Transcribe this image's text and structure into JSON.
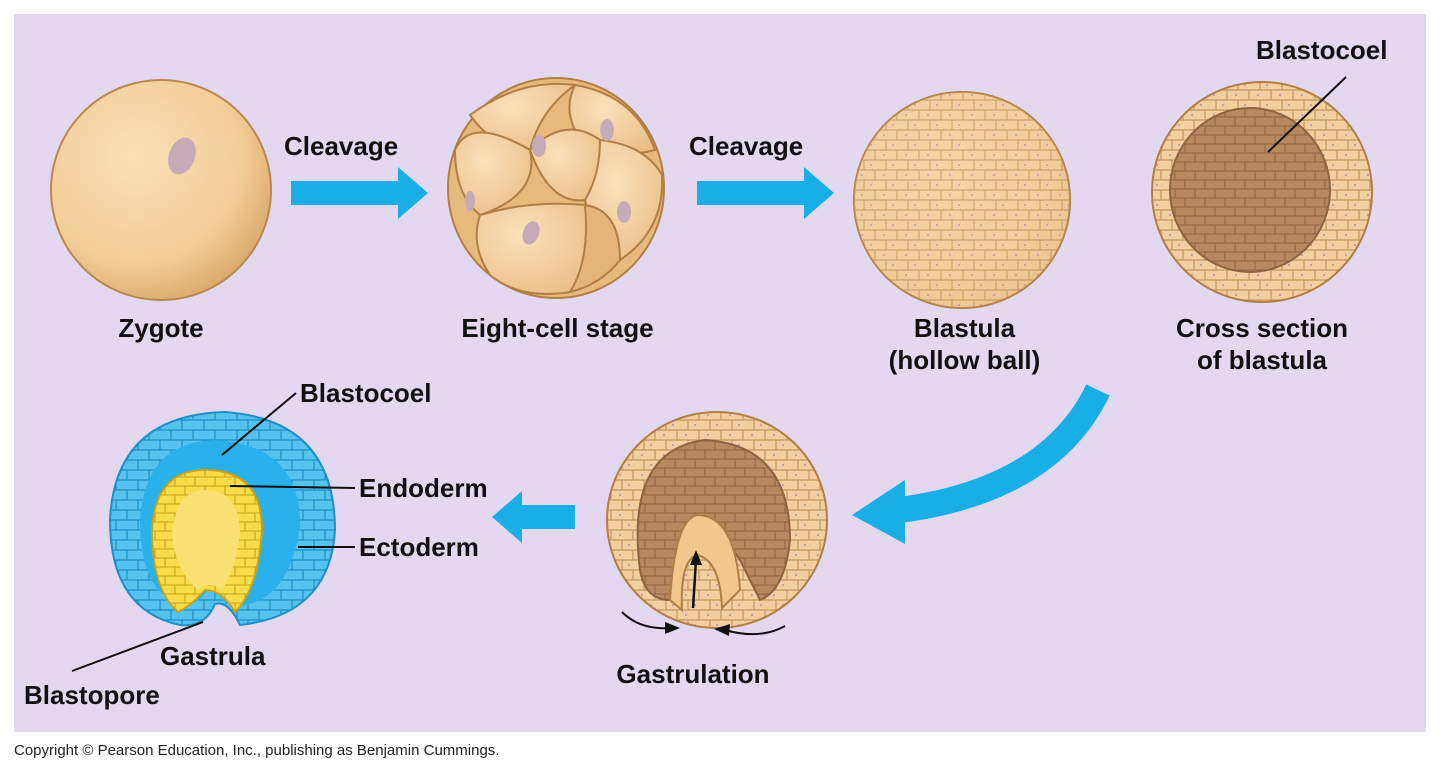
{
  "stages": {
    "zygote": "Zygote",
    "eight_cell": "Eight-cell stage",
    "blastula_line1": "Blastula",
    "blastula_line2": "(hollow ball)",
    "cross_section_line1": "Cross section",
    "cross_section_line2": "of blastula",
    "gastrulation": "Gastrulation",
    "gastrula": "Gastrula"
  },
  "arrows": {
    "cleavage_1": "Cleavage",
    "cleavage_2": "Cleavage"
  },
  "callouts": {
    "blastocoel_top": "Blastocoel",
    "blastocoel_gastrula": "Blastocoel",
    "endoderm": "Endoderm",
    "ectoderm": "Ectoderm",
    "blastopore": "Blastopore"
  },
  "copyright": "Copyright © Pearson Education, Inc., publishing as Benjamin Cummings.",
  "colors": {
    "background": "#e3d8ef",
    "arrow": "#1aaee6",
    "cell_fill": "#f3cf9b",
    "cell_stroke": "#b88a52",
    "ectoderm": "#35b4ea",
    "endoderm": "#f6d52a"
  }
}
